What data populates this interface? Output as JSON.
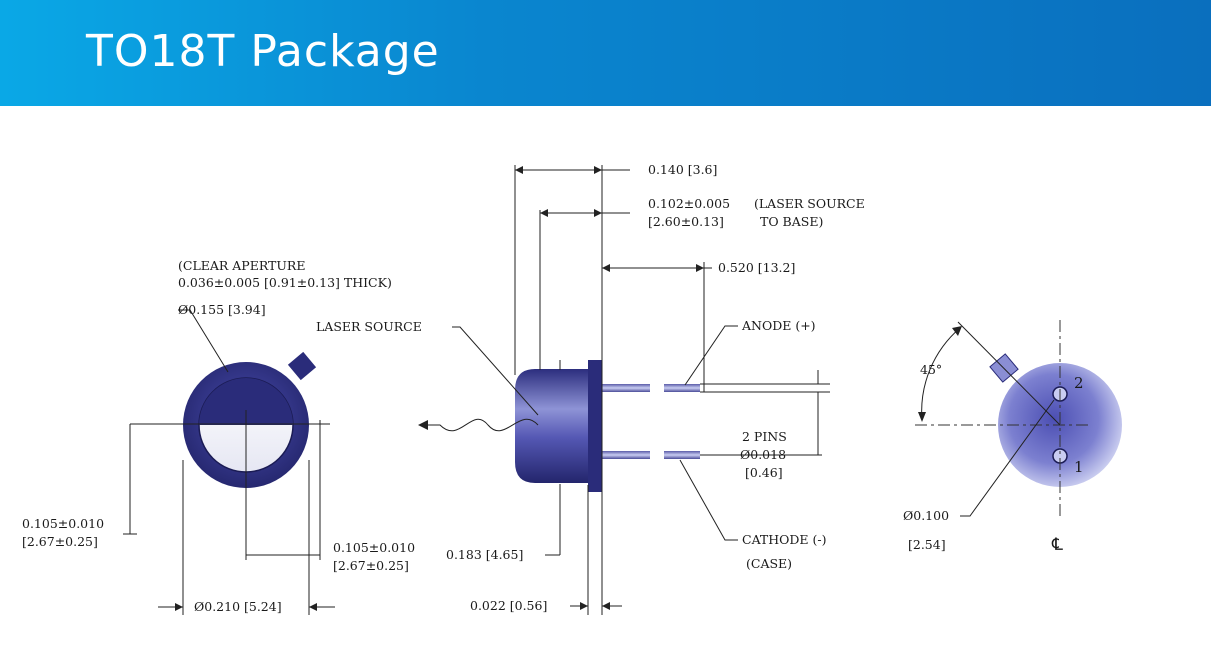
{
  "page_title": "TO18T Package",
  "colors": {
    "banner_start": "#0aa8e6",
    "banner_end": "#0a6fbe",
    "package_blue": "#3a3c9a",
    "package_light": "#b7bde8"
  },
  "front_view": {
    "aperture_line1": "(CLEAR APERTURE",
    "aperture_line2": "0.036±0.005 [0.91±0.13] THICK)",
    "aperture_diameter": "Ø0.155 [3.94]",
    "vertical_offset_line1": "0.105±0.010",
    "vertical_offset_line2": "[2.67±0.25]",
    "horizontal_offset_line1": "0.105±0.010",
    "horizontal_offset_line2": "[2.67±0.25]",
    "outer_diameter": "Ø0.210 [5.24]"
  },
  "side_view": {
    "height_total": "0.140 [3.6]",
    "laser_depth_line1": "0.102±0.005",
    "laser_depth_line2": "[2.60±0.13]",
    "laser_note_line1": "(LASER SOURCE",
    "laser_note_line2": "TO BASE)",
    "pin_length": "0.520 [13.2]",
    "laser_source": "LASER SOURCE",
    "anode": "ANODE (+)",
    "pins_line1": "2 PINS",
    "pins_line2": "Ø0.018",
    "pins_line3": "[0.46]",
    "cathode_line1": "CATHODE (-)",
    "cathode_line2": "(CASE)",
    "body_diameter": "0.183 [4.65]",
    "flange_thickness": "0.022 [0.56]"
  },
  "bottom_view": {
    "angle": "45°",
    "pin_2": "2",
    "pin_1": "1",
    "pin_circle_line1": "Ø0.100",
    "pin_circle_line2": "[2.54]",
    "centerline": "℄"
  }
}
